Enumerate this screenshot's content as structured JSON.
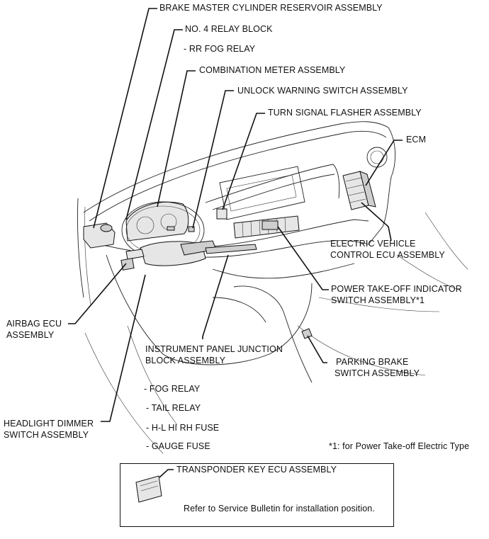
{
  "labels": {
    "brake_master": "BRAKE MASTER CYLINDER RESERVOIR ASSEMBLY",
    "relay_block_4": "NO. 4 RELAY BLOCK",
    "rr_fog_relay": "- RR FOG RELAY",
    "combination_meter": "COMBINATION METER ASSEMBLY",
    "unlock_warning": "UNLOCK WARNING SWITCH ASSEMBLY",
    "turn_signal": "TURN SIGNAL FLASHER ASSEMBLY",
    "ecm": "ECM",
    "ev_control_ecu_1": "ELECTRIC VEHICLE",
    "ev_control_ecu_2": "CONTROL ECU ASSEMBLY",
    "pto_indicator_1": "POWER TAKE-OFF INDICATOR",
    "pto_indicator_2": "SWITCH ASSEMBLY*1",
    "airbag_ecu_1": "AIRBAG ECU",
    "airbag_ecu_2": "ASSEMBLY",
    "ip_junction_1": "INSTRUMENT PANEL JUNCTION",
    "ip_junction_2": "BLOCK ASSEMBLY",
    "parking_brake_1": "PARKING BRAKE",
    "parking_brake_2": "SWITCH ASSEMBLY",
    "fog_relay": "- FOG RELAY",
    "tail_relay": "- TAIL RELAY",
    "hl_hi_rh_fuse": "- H-L HI RH FUSE",
    "gauge_fuse": "- GAUGE FUSE",
    "headlight_dimmer_1": "HEADLIGHT DIMMER",
    "headlight_dimmer_2": "SWITCH ASSEMBLY",
    "footnote": "*1: for Power Take-off Electric Type"
  },
  "note_box": {
    "transponder": "TRANSPONDER KEY ECU ASSEMBLY",
    "service_note": "Refer to Service Bulletin for installation position."
  }
}
